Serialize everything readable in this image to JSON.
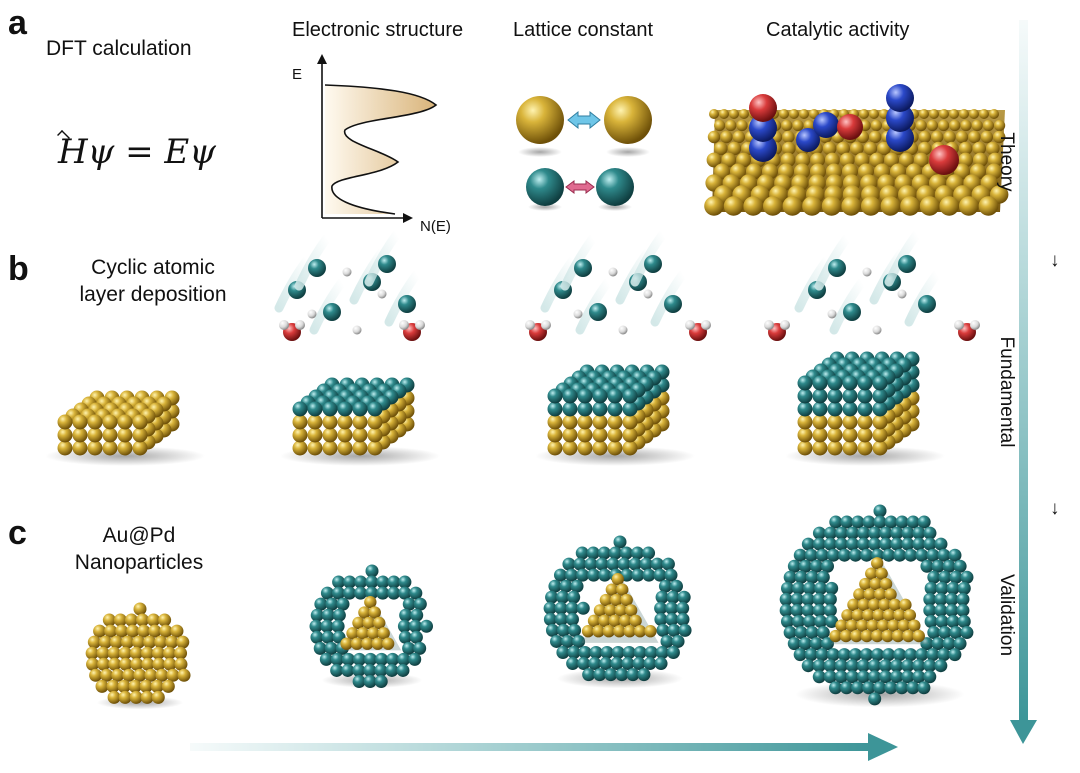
{
  "panels": {
    "a": {
      "letter": "a",
      "title": "DFT calculation",
      "equation": {
        "H": "H",
        "rest": "ψ = Eψ"
      },
      "columns": [
        "Electronic structure",
        "Lattice constant",
        "Catalytic activity"
      ],
      "dos_axis": {
        "y_label": "E",
        "x_label": "N(E)"
      }
    },
    "b": {
      "letter": "b",
      "title_line1": "Cyclic atomic",
      "title_line2": "layer deposition"
    },
    "c": {
      "letter": "c",
      "title_line1": "Au@Pd",
      "title_line2": "Nanoparticles"
    }
  },
  "side_flow": {
    "theory": "Theory",
    "arrow1": "↓",
    "fundamental": "Fundamental",
    "arrow2": "↓",
    "validation": "Validation"
  },
  "colors": {
    "gold": "#c9a227",
    "gold_dark": "#8a6a10",
    "teal": "#2f8a8c",
    "teal_dark": "#1d5a5c",
    "oxygen": "#d93b3b",
    "hydrogen_blue": "#2b49c9",
    "arrow": "#4aa3a6"
  }
}
